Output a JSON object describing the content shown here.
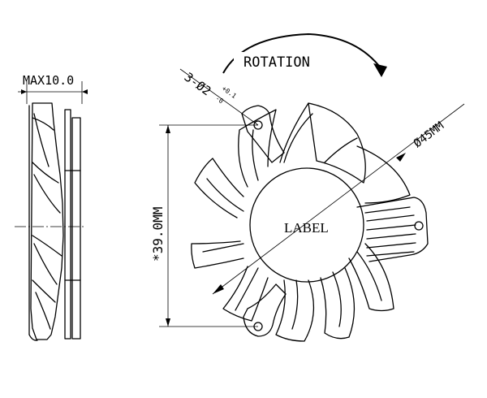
{
  "labels": {
    "max_thickness": "MAX10.0",
    "rotation": "ROTATION",
    "hole_spec_main": "3-Ø2",
    "hole_tol_plus": "+0.1",
    "hole_tol_minus": "-0",
    "diameter": "Ø45MM",
    "height": "*39.0MM",
    "hub_label": "LABEL"
  }
}
